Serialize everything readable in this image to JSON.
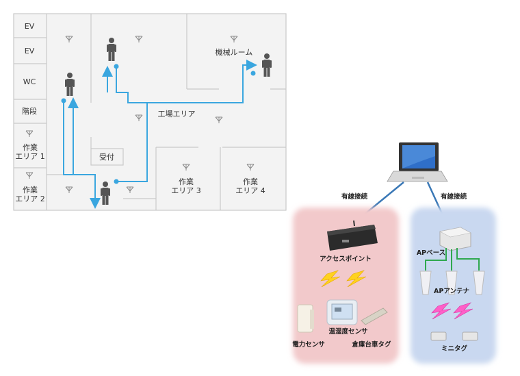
{
  "floor_plan": {
    "rooms": {
      "ev1": "EV",
      "ev2": "EV",
      "wc": "WC",
      "stairs": "階段",
      "work1": [
        "作業",
        "エリア 1"
      ],
      "work2": [
        "作業",
        "エリア 2"
      ],
      "reception": "受付",
      "factory": "工場エリア",
      "machine": "機械ルーム",
      "work3": [
        "作業",
        "エリア 3"
      ],
      "work4": [
        "作業",
        "エリア 4"
      ]
    }
  },
  "network": {
    "left_link": "有線接続",
    "right_link": "有線接続",
    "access_point": "アクセスポイント",
    "power_sensor": "電力センサ",
    "temp_sensor": "温湿度センサ",
    "cart_tag": "倉庫台車タグ",
    "ap_base": "APベース",
    "ap_antenna": "APアンテナ",
    "mini_tag": "ミニタグ"
  },
  "colors": {
    "path": "#3aa6df",
    "person": "#555555",
    "left_panel": "#f2c9cb",
    "right_panel": "#c9d8f0",
    "link": "#3a78b6",
    "lightning_yellow": "#ffd21f",
    "lightning_pink": "#ff5fc8",
    "antenna_cable": "#2fa84f"
  }
}
